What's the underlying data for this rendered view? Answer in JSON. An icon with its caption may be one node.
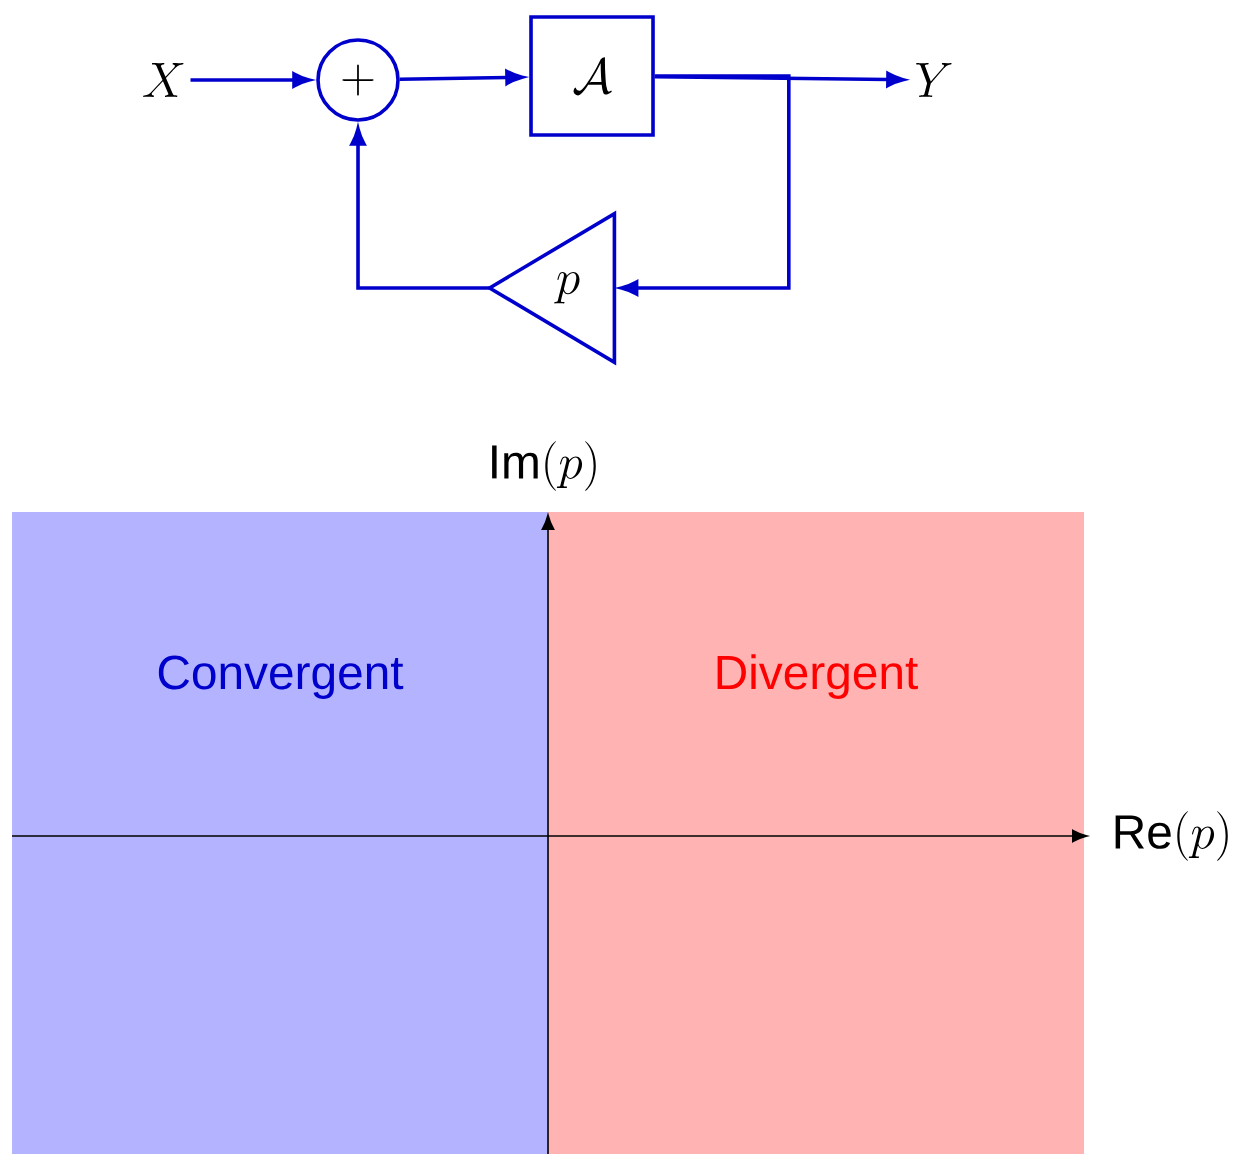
{
  "diagram": {
    "nodes": [
      {
        "text": [
          "X"
        ]
      },
      {
        "text": [
          "+"
        ]
      },
      {
        "text": [
          "\\mathcal{A}"
        ]
      },
      {
        "text": [
          "Y"
        ]
      },
      {
        "text": [
          "p"
        ]
      },
      {
        "text": [
          "Convergent"
        ]
      },
      {
        "text": [
          "Divergent"
        ]
      }
    ],
    "edges": [
      {
        "from": 0,
        "to": 1,
        "arrow": "to"
      },
      {
        "from": 1,
        "to": 2,
        "arrow": "to"
      },
      {
        "from": 2,
        "to": 3,
        "arrow": "to"
      },
      {
        "from": 2,
        "to": 4,
        "arrow": "to"
      },
      {
        "from": 4,
        "to": 1,
        "arrow": "to"
      }
    ],
    "labels": [
      "\\mathrm{Im}(p)",
      "\\mathrm{Re}(p)"
    ]
  }
}
